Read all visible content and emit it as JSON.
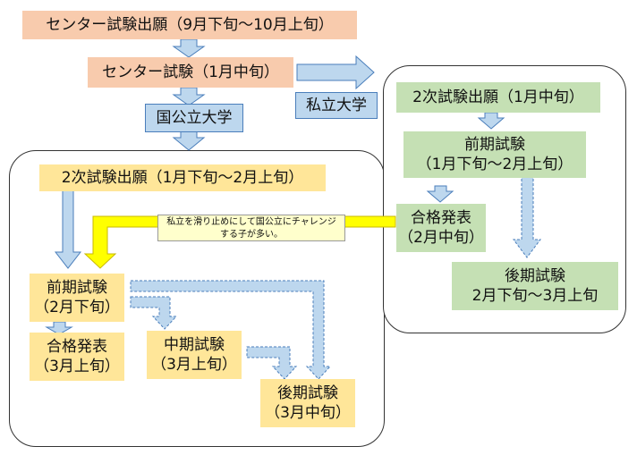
{
  "top": {
    "center_application": "センター試験出願（9月下旬～10月上旬）",
    "center_exam": "センター試験（1月中旬）",
    "national_public": "国公立大学",
    "private": "私立大学"
  },
  "national": {
    "secondary_application": "2次試験出願（1月下旬～2月上旬）",
    "early_exam": [
      "前期試験",
      "（2月下旬）"
    ],
    "early_result": [
      "合格発表",
      "（3月上旬）"
    ],
    "middle_exam": [
      "中期試験",
      "（3月上旬）"
    ],
    "late_exam": [
      "後期試験",
      "（3月中旬）"
    ]
  },
  "private": {
    "secondary_application": "2次試験出願（1月中旬）",
    "early_exam": [
      "前期試験",
      "（1月下旬～2月上旬）"
    ],
    "result": [
      "合格発表",
      "（2月中旬）"
    ],
    "late_exam": [
      "後期試験",
      "2月下旬～3月上旬"
    ]
  },
  "callout": {
    "text_line1": "私立を滑り止めにして国公立にチャレンジ",
    "text_line2": "する子が多い。"
  },
  "colors": {
    "pink": "#f8cbad",
    "blue": "#bdd7ee",
    "green": "#c5e0b4",
    "yellow": "#ffe699",
    "arrow_fill": "#bdd7ee",
    "arrow_stroke": "#4a7ebb",
    "callout_arrow": "#ffff00"
  }
}
